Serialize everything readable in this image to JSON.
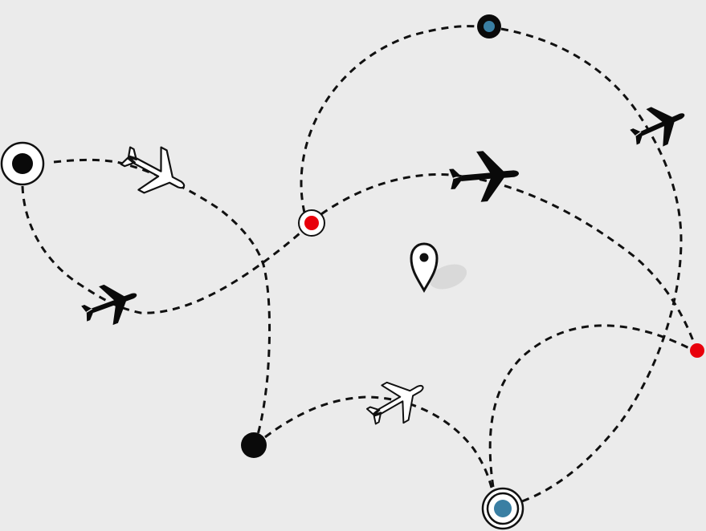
{
  "scene": {
    "background": "#ebebeb",
    "colors": {
      "route": "#111111",
      "red_marker": "#e8000b",
      "blue_marker": "#3a7fa3",
      "black_marker": "#0a0a0a",
      "white_plane_fill": "#ffffff",
      "black_plane_fill": "#0a0a0a"
    },
    "routes": [
      "route-topleft-east",
      "route-topleft-south",
      "route-center-southwest",
      "route-center-northeast-arc",
      "route-center-east",
      "route-topright-down",
      "route-bottom-west",
      "route-bottom-loop",
      "route-bottom-right"
    ],
    "markers": [
      {
        "name": "origin-marker-large-black",
        "icon": "target-dot-icon",
        "style": "black-center"
      },
      {
        "name": "waypoint-marker-red-ring",
        "icon": "target-dot-icon",
        "style": "red-center"
      },
      {
        "name": "waypoint-marker-blue-top",
        "icon": "dot-icon",
        "style": "blue-center"
      },
      {
        "name": "endpoint-marker-red-dot",
        "icon": "dot-icon",
        "style": "red"
      },
      {
        "name": "endpoint-marker-black-dot",
        "icon": "dot-icon",
        "style": "black"
      },
      {
        "name": "destination-marker-blue-double-ring",
        "icon": "target-dot-icon",
        "style": "blue-center"
      }
    ],
    "planes": [
      {
        "name": "white-plane-topleft",
        "icon": "airplane-icon",
        "fill": "white"
      },
      {
        "name": "black-plane-left",
        "icon": "airplane-icon",
        "fill": "black"
      },
      {
        "name": "black-plane-center",
        "icon": "airplane-icon",
        "fill": "black"
      },
      {
        "name": "black-plane-topright",
        "icon": "airplane-icon",
        "fill": "black"
      },
      {
        "name": "white-plane-bottom",
        "icon": "airplane-icon",
        "fill": "white"
      }
    ],
    "location_pin": {
      "icon": "map-pin-icon"
    }
  }
}
